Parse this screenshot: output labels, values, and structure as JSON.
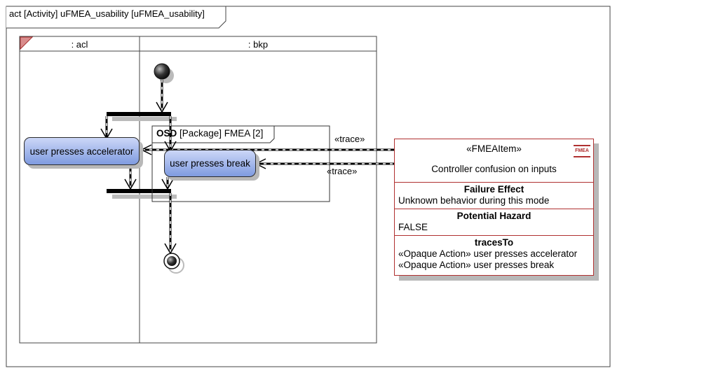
{
  "diagram": {
    "frame_title": "act [Activity] uFMEA_usability [uFMEA_usability]",
    "lanes": [
      ": acl",
      ": bkp"
    ],
    "package": {
      "bold": "OSD",
      "rest": " [Package] FMEA [2]"
    },
    "actions": {
      "accelerator": "user presses accelerator",
      "break": "user presses break"
    },
    "trace_labels": [
      "«trace»",
      "«trace»"
    ],
    "fmea_item": {
      "stereotype": "«FMEAItem»",
      "name": "Controller confusion on inputs",
      "logo": "FMEA",
      "failure_effect_label": "Failure Effect",
      "failure_effect_value": "Unknown behavior during this mode",
      "potential_hazard_label": "Potential Hazard",
      "potential_hazard_value": "FALSE",
      "traces_to_label": "tracesTo",
      "traces_to": [
        "«Opaque Action» user presses accelerator",
        "«Opaque Action» user presses break"
      ]
    }
  }
}
